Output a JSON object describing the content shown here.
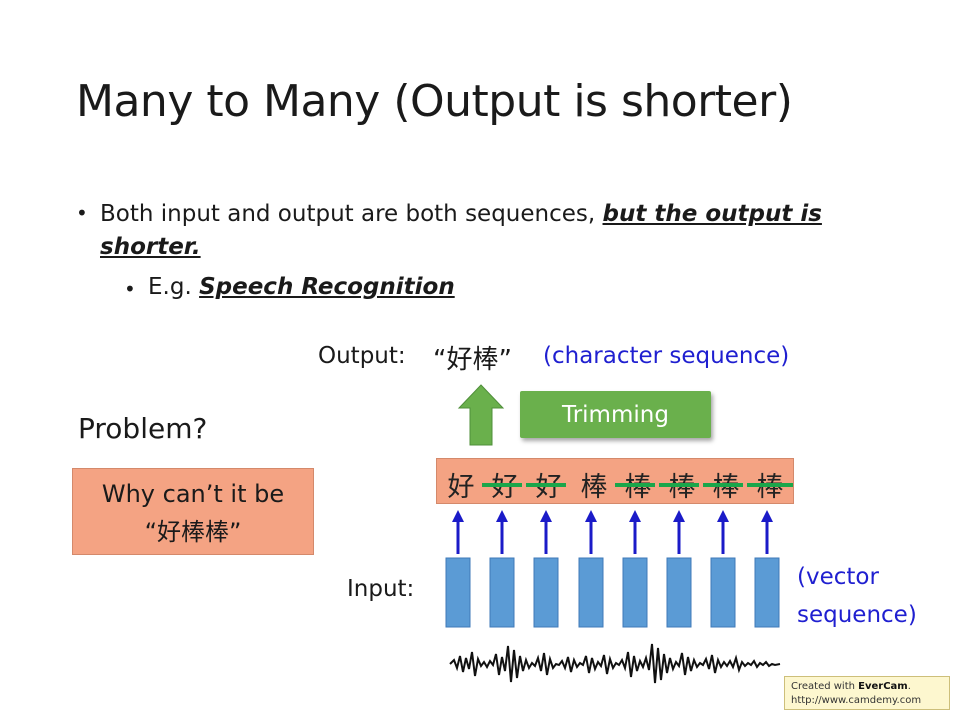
{
  "slide": {
    "title": "Many to Many (Output is shorter)",
    "bullet1": {
      "prefix": "Both input and output are both sequences, ",
      "emphasis": "but the output is shorter."
    },
    "bullet2": {
      "prefix": "E.g. ",
      "emphasis": "Speech Recognition"
    },
    "output_label": "Output:",
    "output_value": "“好棒”",
    "output_note": "(character sequence)",
    "trim_button": "Trimming",
    "problem_heading": "Problem?",
    "why_box": {
      "line1": "Why can’t it be",
      "line2": "“好棒棒”"
    },
    "char_sequence": [
      "好",
      "好",
      "好",
      "棒",
      "棒",
      "棒",
      "棒",
      "棒"
    ],
    "input_label": "Input:",
    "vector_note": {
      "line1": "(vector",
      "line2": "sequence)"
    },
    "watermark": {
      "prefix": "Created with ",
      "brand": "EverCam",
      "suffix": ".",
      "url": "http://www.camdemy.com"
    },
    "colors": {
      "note_blue": "#1f1fd0",
      "arrow_blue": "#1b1bc8",
      "box_salmon": "#f4a383",
      "vector_blue": "#5b9bd5",
      "trim_green": "#6ab04c",
      "strike_green": "#1aa64a"
    }
  }
}
